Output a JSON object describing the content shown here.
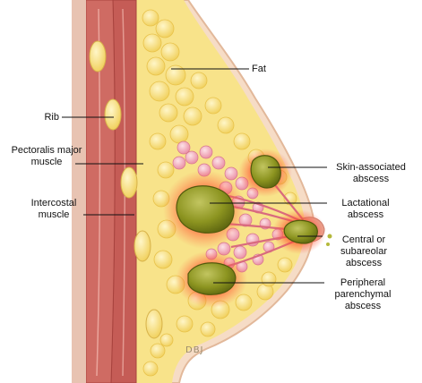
{
  "labels": {
    "fat": "Fat",
    "rib": "Rib",
    "pectoralis": "Pectoralis major\nmuscle",
    "intercostal": "Intercostal\nmuscle",
    "skin_abscess": "Skin-associated\nabscess",
    "lactational": "Lactational\nabscess",
    "central": "Central or\nsubareolar\nabscess",
    "peripheral": "Peripheral\nparenchymal\nabscess"
  },
  "signature": "DBJ",
  "colors": {
    "abscess": "#8f9a1e",
    "inflammation": "#ff3b2f",
    "fat": "#f7e07a",
    "muscle": "#c9605a",
    "gland": "#f3a8b6",
    "skin": "#f4d8c0",
    "rib": "#f2dd8a"
  }
}
